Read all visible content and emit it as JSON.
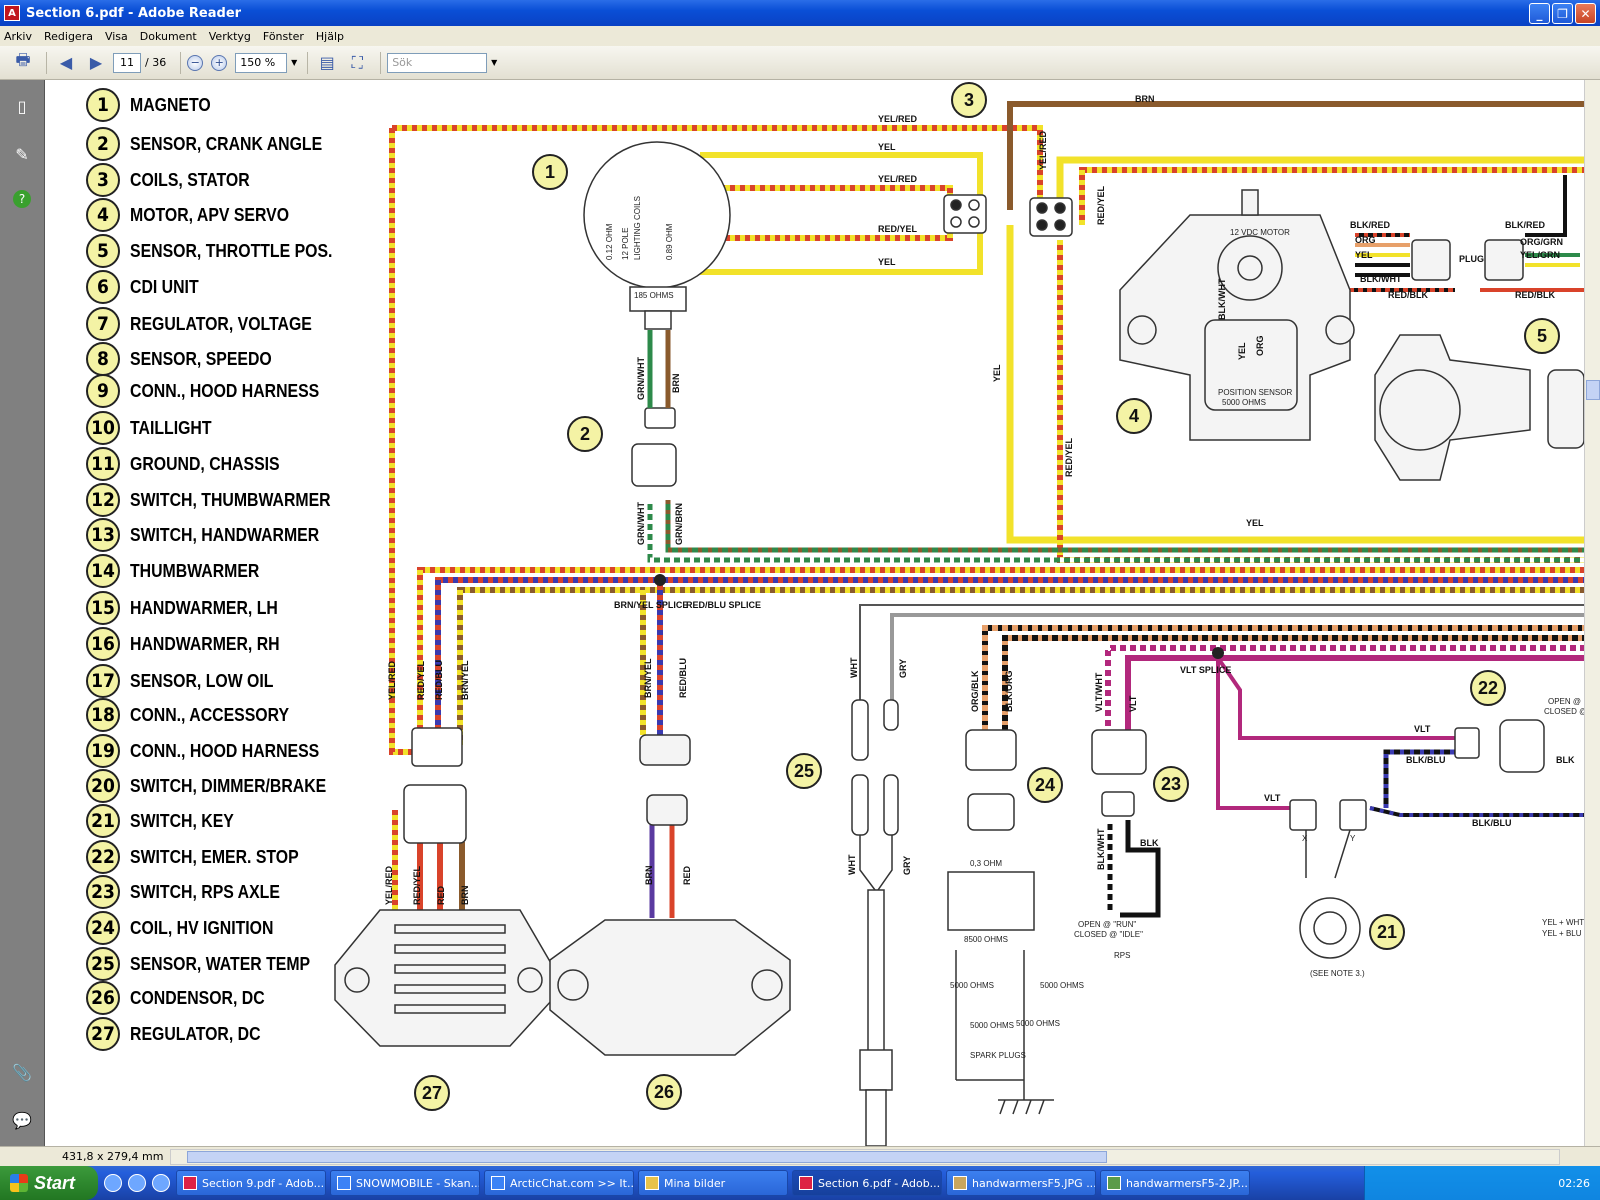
{
  "window": {
    "title": "Section 6.pdf - Adobe Reader"
  },
  "menu": [
    "Arkiv",
    "Redigera",
    "Visa",
    "Dokument",
    "Verktyg",
    "Fönster",
    "Hjälp"
  ],
  "toolbar": {
    "page_current": "11",
    "page_total": "/ 36",
    "zoom": "150 %",
    "search_placeholder": "Sök"
  },
  "legend": [
    {
      "num": "1",
      "label": "MAGNETO"
    },
    {
      "num": "2",
      "label": "SENSOR, CRANK ANGLE"
    },
    {
      "num": "3",
      "label": "COILS, STATOR"
    },
    {
      "num": "4",
      "label": "MOTOR, APV SERVO"
    },
    {
      "num": "5",
      "label": "SENSOR, THROTTLE POS."
    },
    {
      "num": "6",
      "label": "CDI UNIT"
    },
    {
      "num": "7",
      "label": "REGULATOR, VOLTAGE"
    },
    {
      "num": "8",
      "label": "SENSOR, SPEEDO"
    },
    {
      "num": "9",
      "label": "CONN., HOOD HARNESS"
    },
    {
      "num": "10",
      "label": "TAILLIGHT"
    },
    {
      "num": "11",
      "label": "GROUND, CHASSIS"
    },
    {
      "num": "12",
      "label": "SWITCH, THUMBWARMER"
    },
    {
      "num": "13",
      "label": "SWITCH, HANDWARMER"
    },
    {
      "num": "14",
      "label": "THUMBWARMER"
    },
    {
      "num": "15",
      "label": "HANDWARMER, LH"
    },
    {
      "num": "16",
      "label": "HANDWARMER, RH"
    },
    {
      "num": "17",
      "label": "SENSOR, LOW OIL"
    },
    {
      "num": "18",
      "label": "CONN., ACCESSORY"
    },
    {
      "num": "19",
      "label": "CONN., HOOD HARNESS"
    },
    {
      "num": "20",
      "label": "SWITCH, DIMMER/BRAKE"
    },
    {
      "num": "21",
      "label": "SWITCH, KEY"
    },
    {
      "num": "22",
      "label": "SWITCH, EMER. STOP"
    },
    {
      "num": "23",
      "label": "SWITCH, RPS AXLE"
    },
    {
      "num": "24",
      "label": "COIL, HV IGNITION"
    },
    {
      "num": "25",
      "label": "SENSOR, WATER TEMP"
    },
    {
      "num": "26",
      "label": "CONDENSOR, DC"
    },
    {
      "num": "27",
      "label": "REGULATOR, DC"
    }
  ],
  "diagram": {
    "callouts": [
      "1",
      "2",
      "3",
      "4",
      "5",
      "21",
      "22",
      "23",
      "24",
      "25",
      "26",
      "27"
    ],
    "wire_labels": {
      "yel_red": "YEL/RED",
      "yel": "YEL",
      "red_yel": "RED/YEL",
      "brn": "BRN",
      "grn_wht": "GRN/WHT",
      "grn_brn": "GRN/BRN",
      "red_blu": "RED/BLU",
      "brn_yel": "BRN/YEL",
      "blk_red": "BLK/RED",
      "org": "ORG",
      "blk_wht": "BLK/WHT",
      "red_blk": "RED/BLK",
      "org_grn": "ORG/GRN",
      "yel_grn": "YEL/GRN",
      "plug": "PLUG",
      "wht": "WHT",
      "gry": "GRY",
      "org_blk": "ORG/BLK",
      "blk_org": "BLK/ORG",
      "vlt_wht": "VLT/WHT",
      "vlt": "VLT",
      "blk": "BLK",
      "blk_blu": "BLK/BLU",
      "red": "RED",
      "brn_yel_splice": "BRN/YEL SPLICE",
      "red_blu_splice": "RED/BLU SPLICE",
      "vlt_splice": "VLT SPLICE"
    },
    "annotations": {
      "magneto_ohm1": "0.12 OHM",
      "magneto_pole": "12 POLE",
      "magneto_coils": "LIGHTING COILS",
      "magneto_ohm2": "0.89 OHM",
      "crank_ohms": "185 OHMS",
      "motor": "12 VDC MOTOR",
      "position_sensor": "POSITION SENSOR",
      "sensor_ohms": "5000 OHMS",
      "coil_ohm": "0,3 OHM",
      "coil_secondary": "8500 OHMS",
      "r1": "5000 OHMS",
      "r2": "5000 OHMS",
      "r3": "5000 OHMS",
      "r4": "5000 OHMS",
      "spark": "SPARK PLUGS",
      "rps_open": "OPEN @ \"RUN\"",
      "rps_closed": "CLOSED @ \"IDLE\"",
      "rps": "RPS",
      "see_note": "(SEE NOTE 3.)",
      "open_at": "OPEN @",
      "closed_at": "CLOSED @",
      "yel_wht1": "YEL + WHT",
      "yel_blu": "YEL + BLU",
      "x": "X",
      "y": "Y",
      "plus": "+",
      "minus": "-"
    }
  },
  "status": {
    "page_size": "431,8 x 279,4 mm"
  },
  "taskbar": {
    "start": "Start",
    "tasks": [
      {
        "label": "Section 9.pdf - Adob...",
        "active": false
      },
      {
        "label": "SNOWMOBILE - Skan...",
        "active": false
      },
      {
        "label": "ArcticChat.com >> It...",
        "active": false
      },
      {
        "label": "Mina bilder",
        "active": false
      },
      {
        "label": "Section 6.pdf - Adob...",
        "active": true
      },
      {
        "label": "handwarmersF5.JPG ...",
        "active": false
      },
      {
        "label": "handwarmersF5-2.JP...",
        "active": false
      }
    ],
    "clock": "02:26"
  }
}
